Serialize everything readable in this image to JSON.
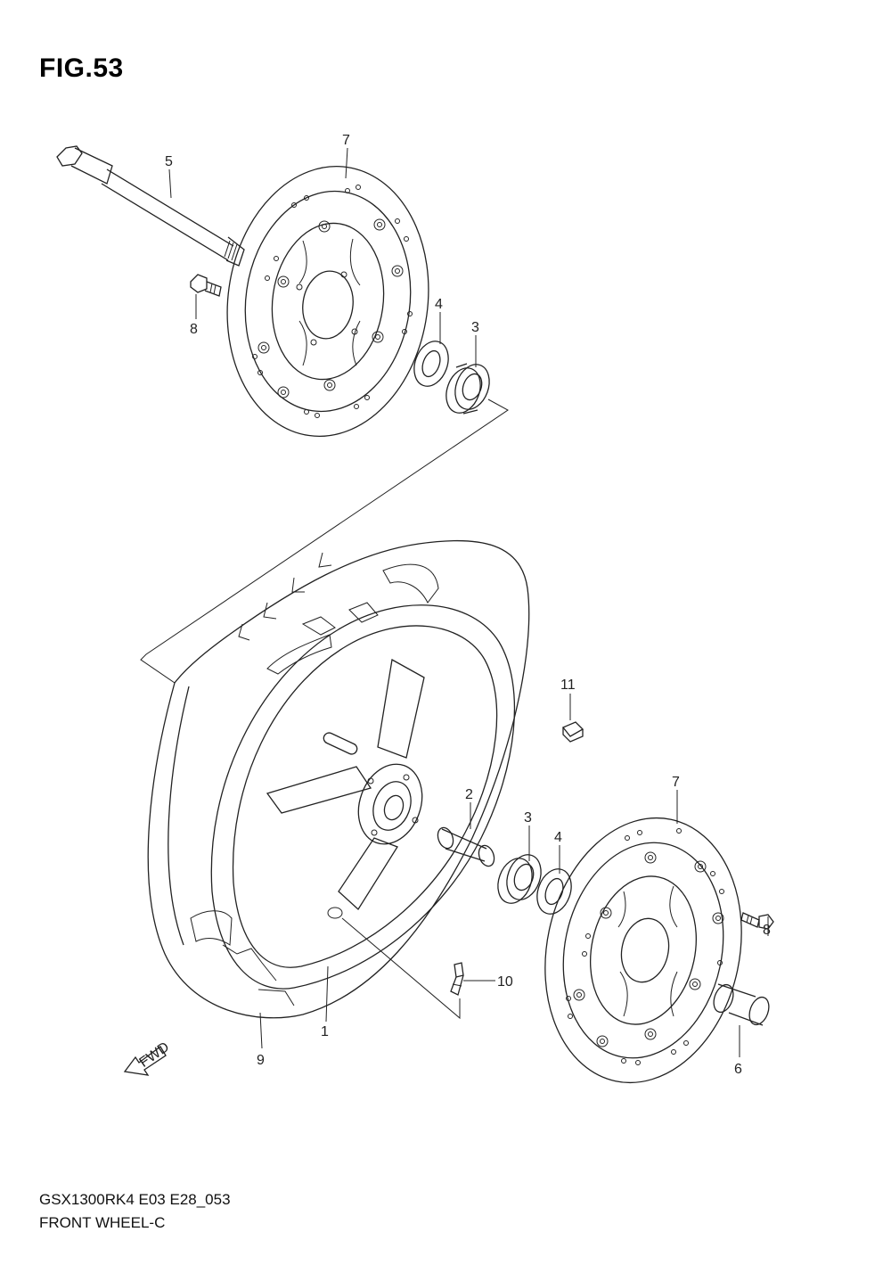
{
  "figure": {
    "title": "FIG.53"
  },
  "footer": {
    "model_code": "GSX1300RK4 E03 E28_053",
    "diagram_name": "FRONT WHEEL-C"
  },
  "fwd_label": "FWD",
  "callouts": [
    {
      "id": "c7a",
      "label": "7"
    },
    {
      "id": "c5",
      "label": "5"
    },
    {
      "id": "c8a",
      "label": "8"
    },
    {
      "id": "c4a",
      "label": "4"
    },
    {
      "id": "c3a",
      "label": "3"
    },
    {
      "id": "c11",
      "label": "11"
    },
    {
      "id": "c2",
      "label": "2"
    },
    {
      "id": "c3b",
      "label": "3"
    },
    {
      "id": "c4b",
      "label": "4"
    },
    {
      "id": "c7b",
      "label": "7"
    },
    {
      "id": "c8b",
      "label": "8"
    },
    {
      "id": "c10",
      "label": "10"
    },
    {
      "id": "c1",
      "label": "1"
    },
    {
      "id": "c9",
      "label": "9"
    },
    {
      "id": "c6",
      "label": "6"
    }
  ]
}
